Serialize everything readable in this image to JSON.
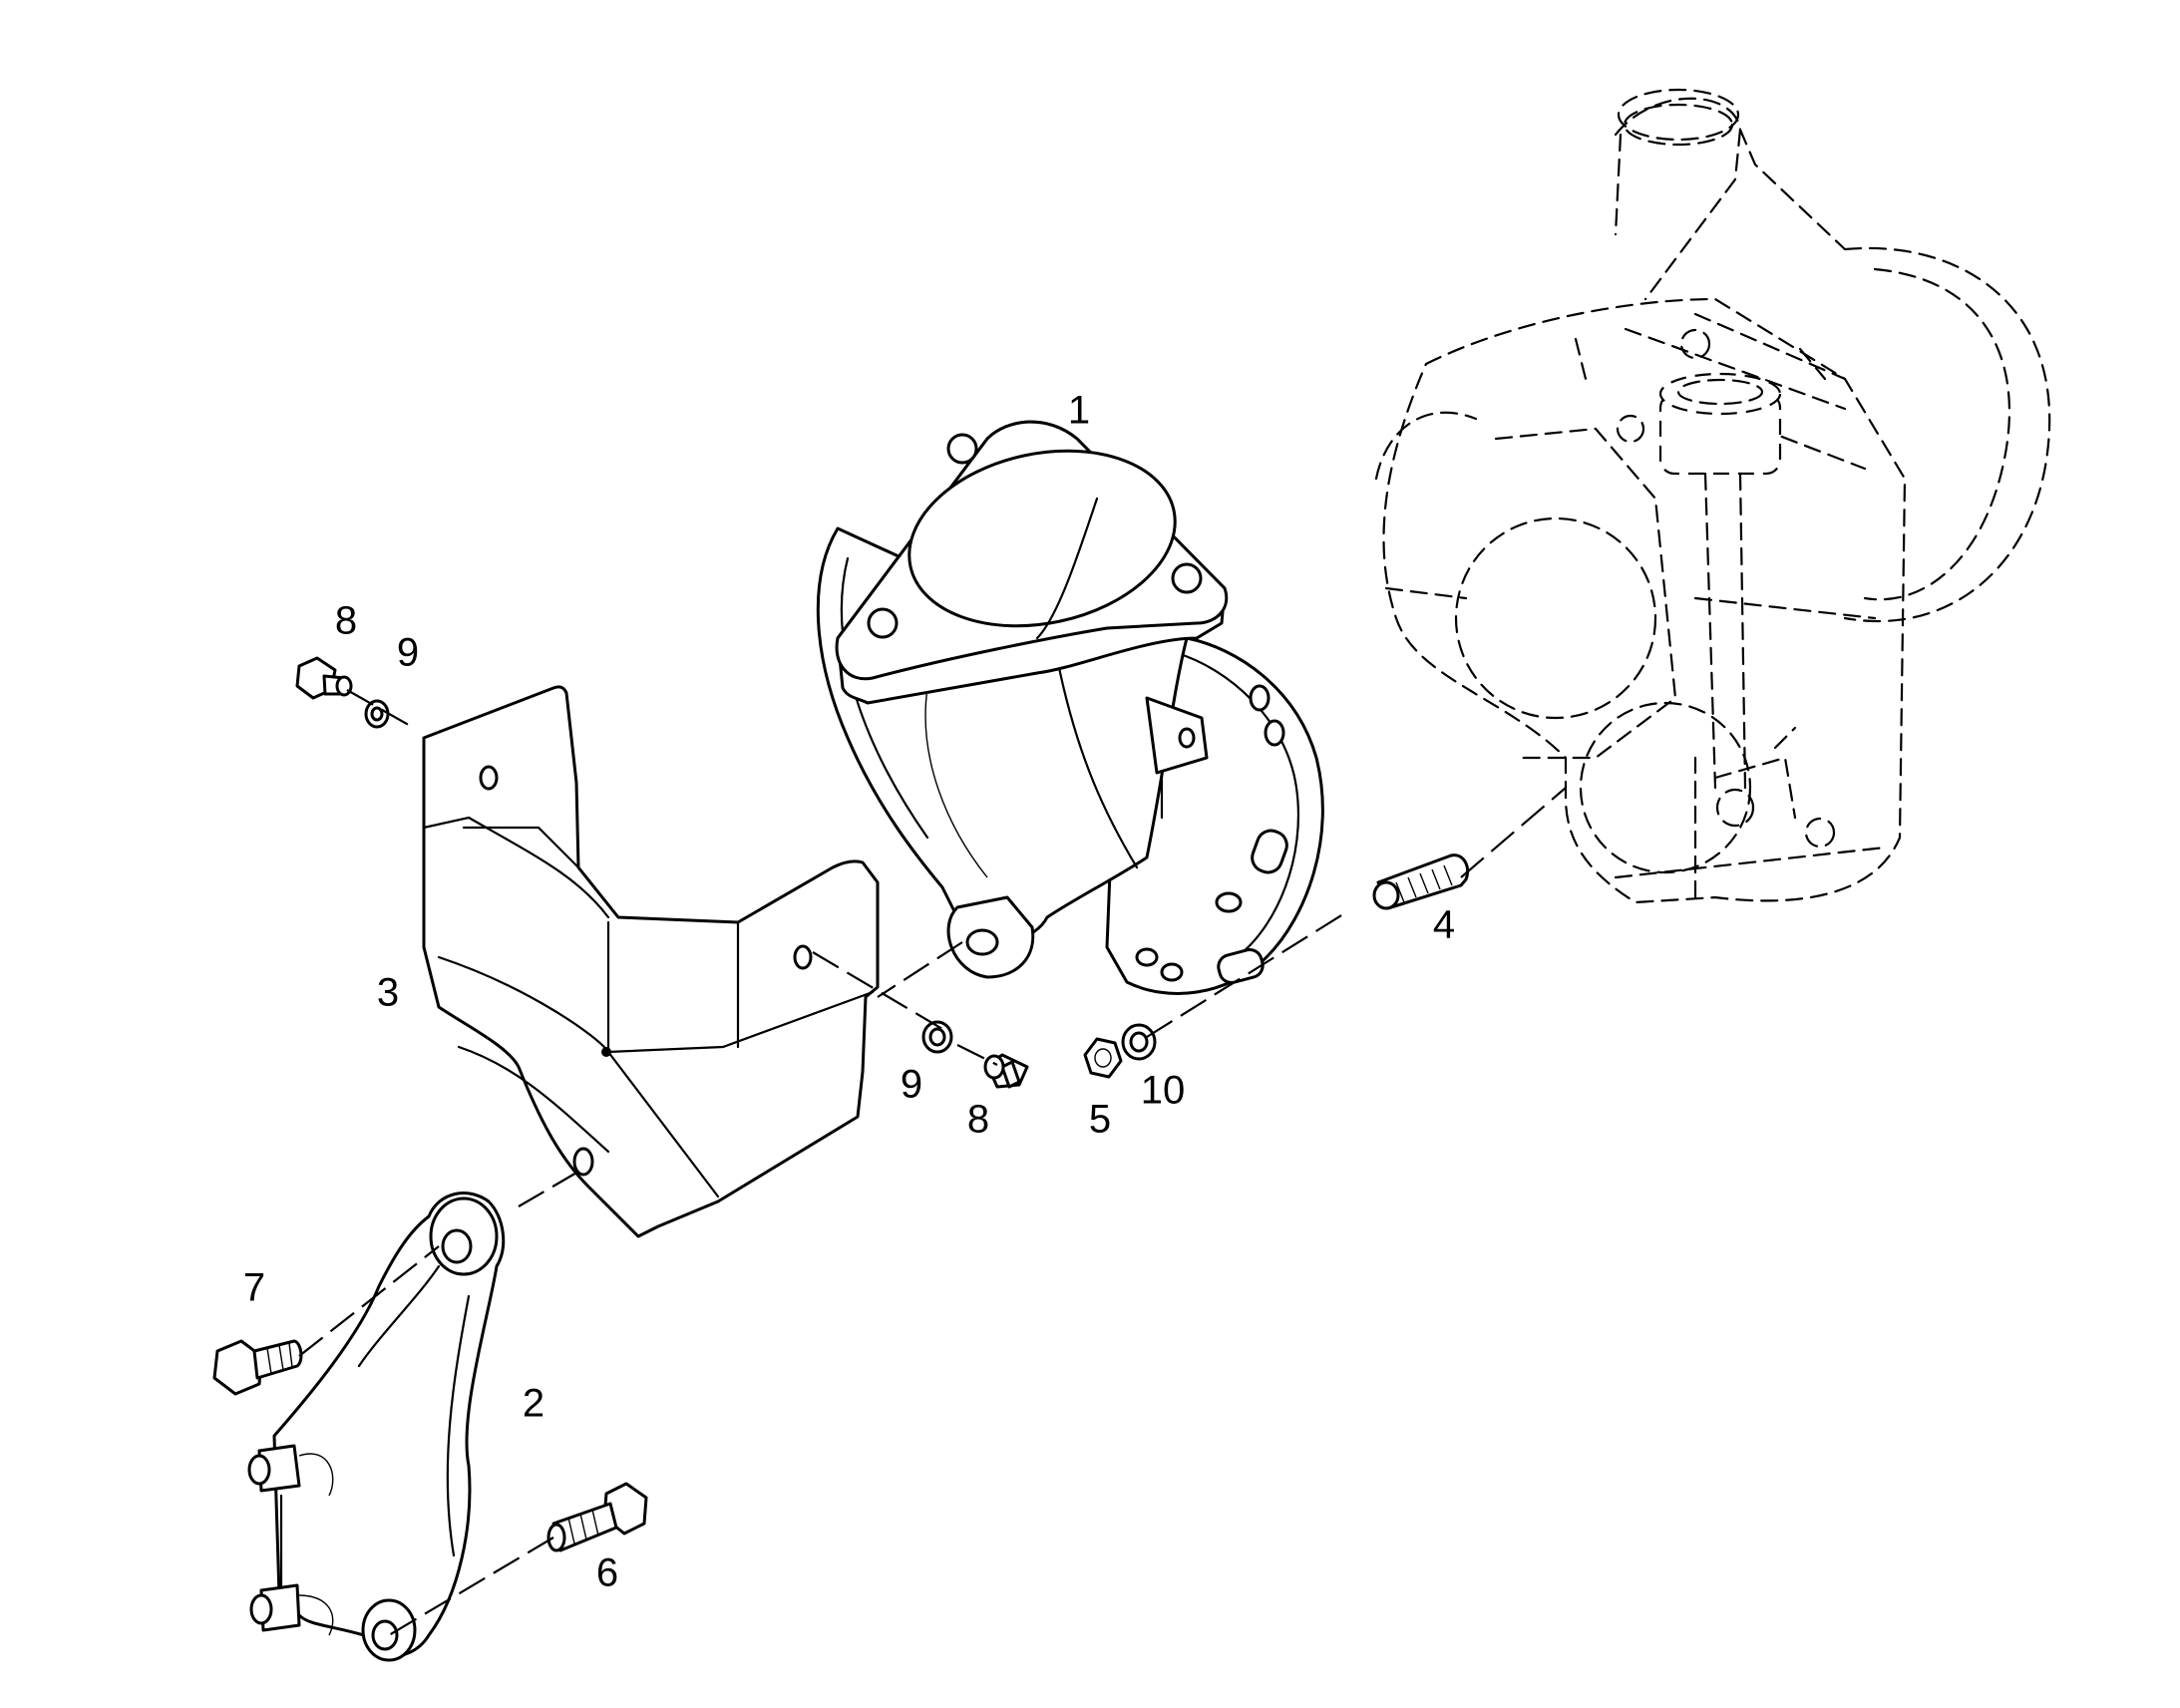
{
  "callouts": {
    "part1": "1",
    "part2": "2",
    "part3": "3",
    "part4": "4",
    "part5": "5",
    "part6": "6",
    "part7": "7",
    "part8_top": "8",
    "part9_top": "9",
    "part9_mid": "9",
    "part8_mid": "8",
    "part10": "10"
  }
}
